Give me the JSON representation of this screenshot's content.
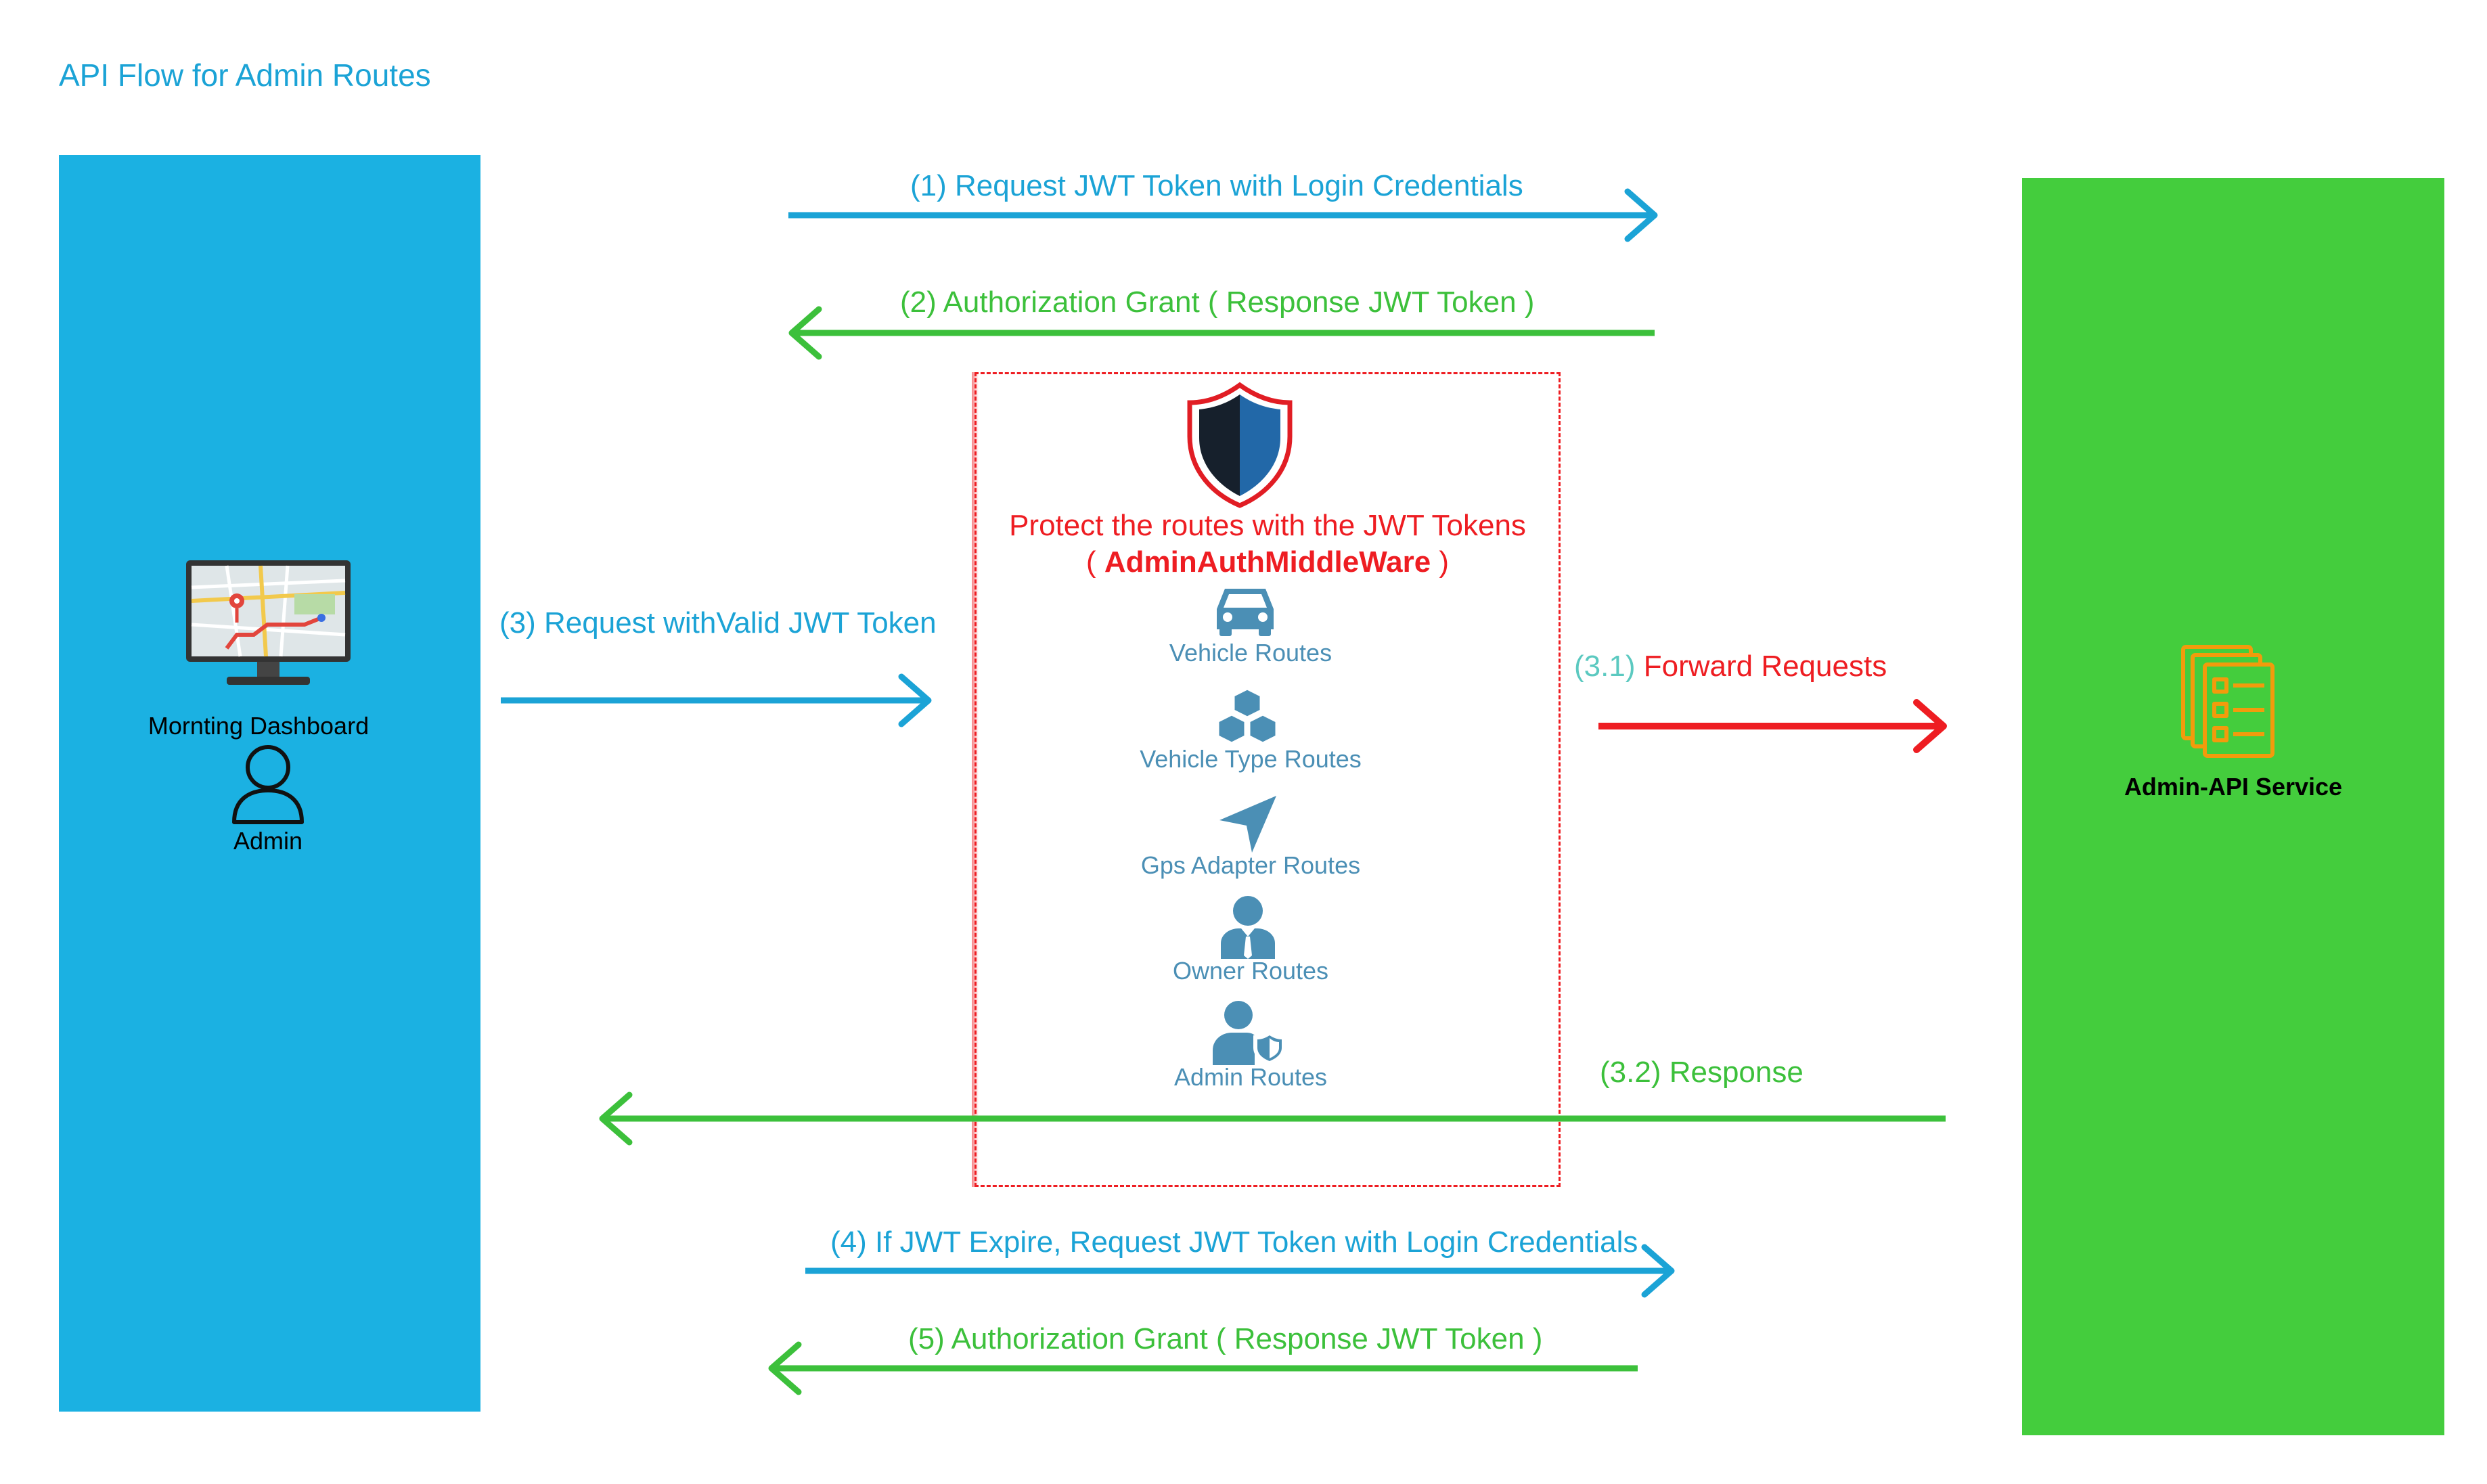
{
  "title": "API Flow for Admin Routes",
  "client": {
    "dashboard_label": "Mornting Dashboard",
    "user_label": "Admin",
    "panel_color": "#1bb1e2",
    "icons": [
      "monitor-map-icon",
      "user-icon"
    ]
  },
  "service": {
    "label": "Admin-API Service",
    "panel_color": "#44cd3d",
    "icons": [
      "document-stack-icon"
    ]
  },
  "arrows": {
    "step1": "(1) Request JWT Token with Login Credentials",
    "step2": "(2) Authorization Grant ( Response JWT Token )",
    "step3": "(3) Request withValid JWT Token",
    "step31_num": "(3.1)",
    "step31_text": "Forward Requests",
    "step32": "(3.2) Response",
    "step4": "(4) If JWT Expire, Request JWT Token with Login Credentials",
    "step5": "(5) Authorization Grant ( Response JWT Token )"
  },
  "middleware": {
    "heading": "Protect the routes with the JWT Tokens",
    "open_paren": "( ",
    "name": "AdminAuthMiddleWare",
    "close_paren": " )",
    "icons": [
      "shield-icon"
    ],
    "routes": [
      {
        "label": "Vehicle Routes",
        "icon": "car-icon"
      },
      {
        "label": "Vehicle Type Routes",
        "icon": "cubes-icon"
      },
      {
        "label": "Gps Adapter Routes",
        "icon": "navigation-arrow-icon"
      },
      {
        "label": "Owner Routes",
        "icon": "businessman-icon"
      },
      {
        "label": "Admin Routes",
        "icon": "user-shield-icon"
      }
    ]
  },
  "colors": {
    "request": "#1ba3d6",
    "response": "#3cc03b",
    "forward": "#ee1d22",
    "route_icon": "#4b8fb5",
    "service_icon": "#f29b0c"
  }
}
